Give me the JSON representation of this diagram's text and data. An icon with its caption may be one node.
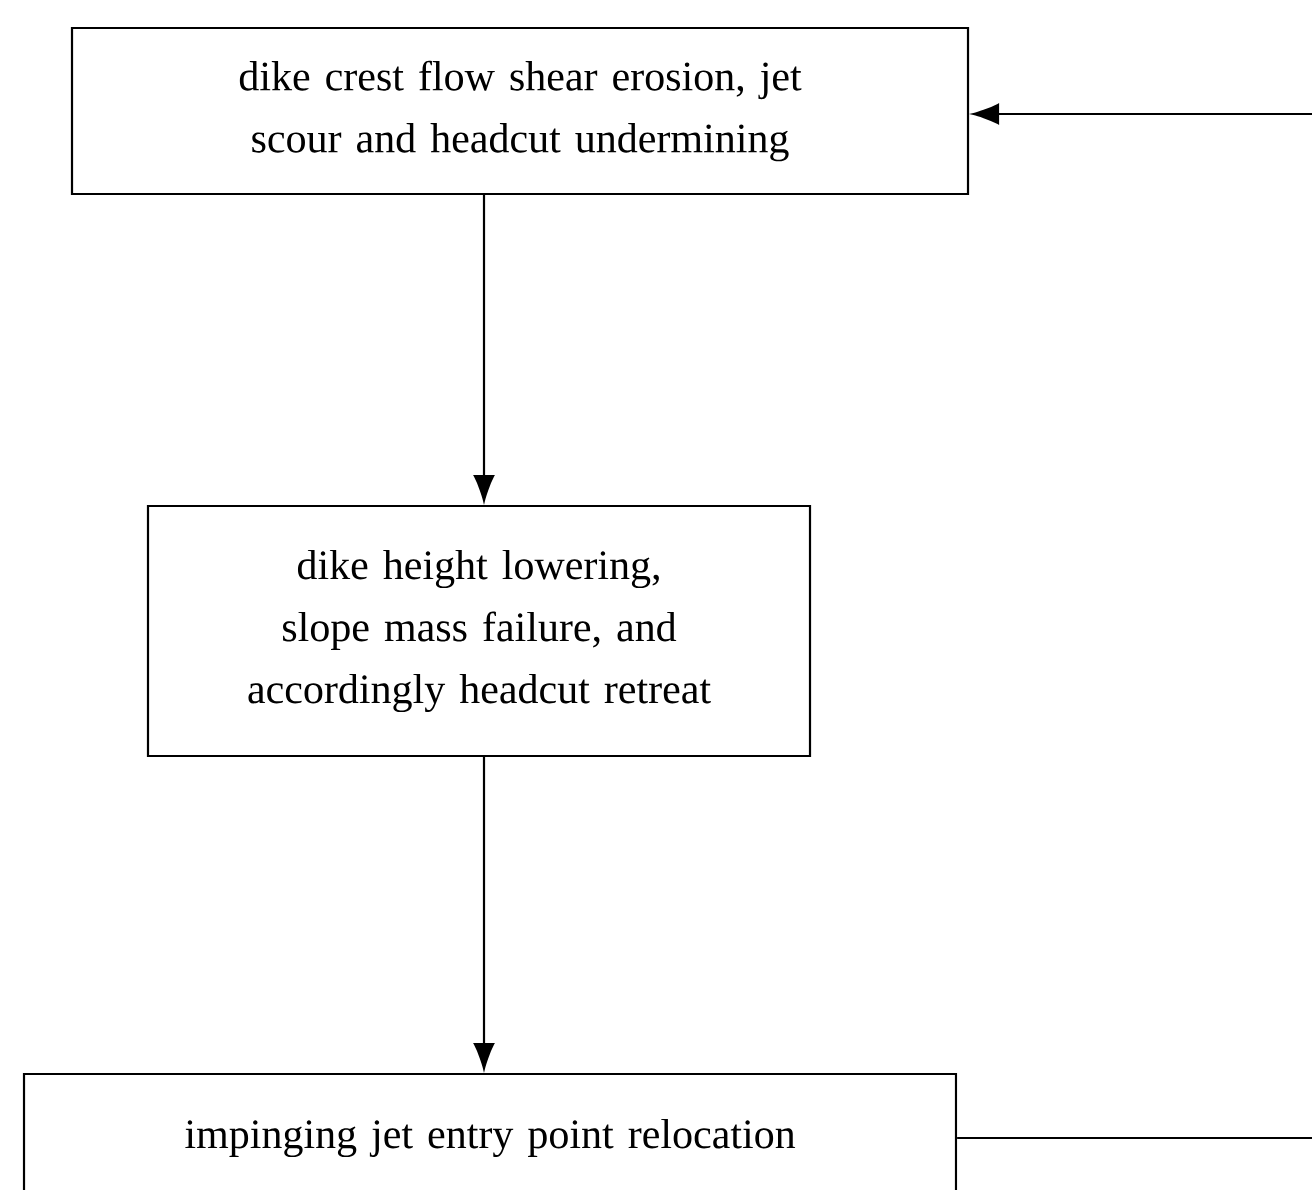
{
  "diagram": {
    "nodes": [
      {
        "text": [
          "dike crest flow shear erosion, jet scour and headcut undermining"
        ]
      },
      {
        "text": [
          "dike height lowering, slope mass failure, and accordingly headcut retreat"
        ]
      },
      {
        "text": [
          "impinging jet entry point relocation"
        ]
      }
    ],
    "edges": [
      {
        "from": 0,
        "to": 1,
        "arrow": "to"
      },
      {
        "from": 1,
        "to": 2,
        "arrow": "to"
      },
      {
        "from": 2,
        "to": 0,
        "arrow": "to"
      }
    ]
  }
}
